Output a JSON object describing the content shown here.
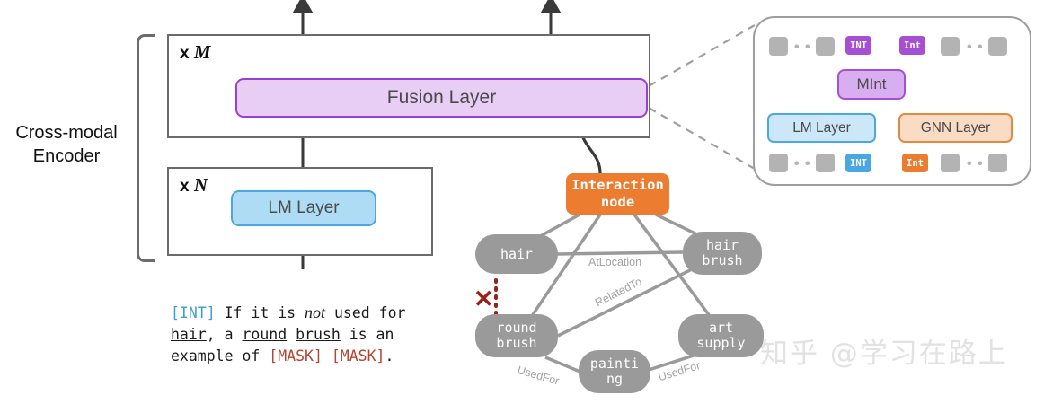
{
  "figure": {
    "encoder_label_line1": "Cross-modal",
    "encoder_label_line2": "Encoder"
  },
  "blocks": {
    "repeat_m_prefix": "x",
    "repeat_m_var": "M",
    "repeat_n_prefix": "x",
    "repeat_n_var": "N",
    "fusion_layer": "Fusion Layer",
    "lm_layer": "LM Layer"
  },
  "sentence": {
    "int_token": "[INT]",
    "part1": " If it is ",
    "italic_not": "not",
    "part2": " used for ",
    "u_hair": "hair",
    "part3": ", a ",
    "u_round": "round",
    "space": " ",
    "u_brush": "brush",
    "part4": " is an",
    "line3_pre": "example of ",
    "mask1": "[MASK]",
    "mask2": "[MASK]",
    "period": "."
  },
  "interaction_node": {
    "line1": "Interaction",
    "line2": "node",
    "color": "#ec7c30"
  },
  "knowledge_graph": {
    "nodes": [
      {
        "id": "hair",
        "lines": [
          "hair"
        ]
      },
      {
        "id": "hair-brush",
        "lines": [
          "hair",
          "brush"
        ]
      },
      {
        "id": "round-brush",
        "lines": [
          "round",
          "brush"
        ]
      },
      {
        "id": "art-supply",
        "lines": [
          "art",
          "supply"
        ]
      },
      {
        "id": "painting",
        "lines": [
          "painti",
          "ng"
        ]
      }
    ],
    "edge_labels": {
      "at_location": "AtLocation",
      "related_to": "RelatedTo",
      "used_for_left": "UsedFor",
      "used_for_right": "UsedFor"
    },
    "pruned_marker": "✕",
    "node_color": "#9a9a9a",
    "edge_color": "#9a9a9a"
  },
  "inset": {
    "mint": "MInt",
    "lm_layer": "LM Layer",
    "gnn_layer": "GNN Layer",
    "top_badge_left": "INT",
    "top_badge_right": "Int",
    "bottom_badge_left": "INT",
    "bottom_badge_right": "Int",
    "ellipsis": "• • •",
    "colors": {
      "mint": "#a74fd3",
      "lm": "#4aa8dd",
      "gnn": "#e08a43",
      "cell": "#b3b3b3"
    }
  },
  "watermark": "知乎 @学习在路上"
}
